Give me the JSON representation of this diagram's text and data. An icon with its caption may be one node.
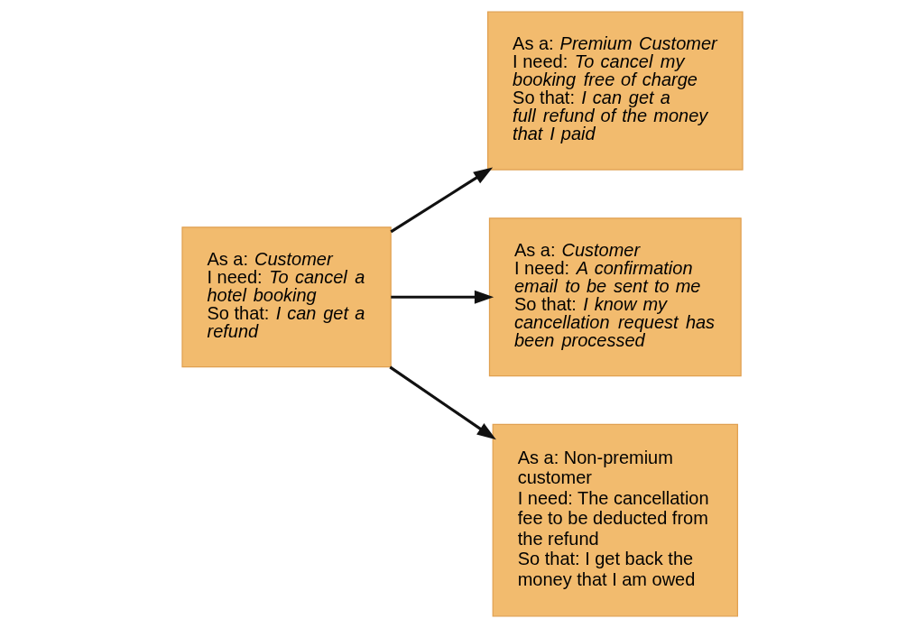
{
  "diagram": {
    "nodes": [
      {
        "text": [
          "As a: *Customer*",
          "I need: *To cancel a hotel booking*",
          "So that: *I can get a refund*"
        ]
      },
      {
        "text": [
          "As a: *Premium Customer*",
          "I need: *To cancel my booking free of charge*",
          "So that: *I can get a full refund of the money that I paid*"
        ]
      },
      {
        "text": [
          "As a: *Customer*",
          "I need: *A confirmation email to be sent to me*",
          "So that: *I know my cancellation request has been processed*"
        ]
      },
      {
        "text": [
          "As a: Non-premium customer",
          "I need: The cancellation fee to be deducted from the refund",
          "So that: I get back the money that I am owed"
        ]
      }
    ],
    "edges": [
      {
        "from": 0,
        "to": 1,
        "arrow": "to"
      },
      {
        "from": 0,
        "to": 2,
        "arrow": "to"
      },
      {
        "from": 0,
        "to": 3,
        "arrow": "to"
      }
    ]
  }
}
